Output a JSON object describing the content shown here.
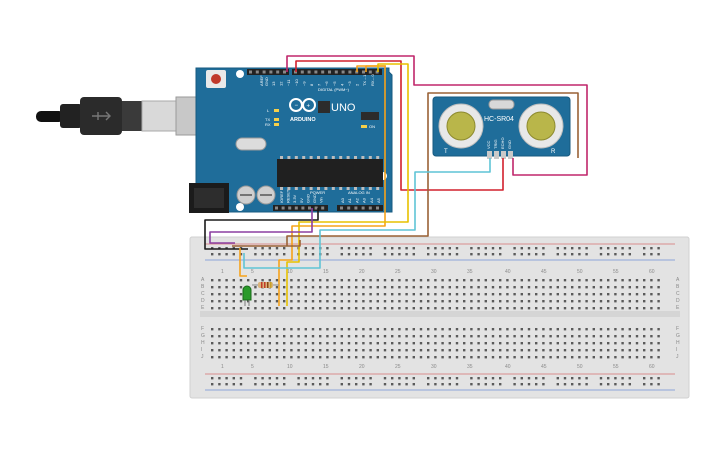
{
  "arduino": {
    "model": "UNO",
    "brand": "ARDUINO",
    "digital_header": "DIGITAL (PWM~)",
    "power_header": "POWER",
    "analog_header": "ANALOG IN",
    "aref": "AREF",
    "gnd": "GND",
    "digital_pins": [
      "13",
      "12",
      "~11",
      "~10",
      "~9",
      "8",
      "7",
      "~6",
      "~5",
      "4",
      "~3",
      "2",
      "TX→1",
      "RX←0"
    ],
    "power_pins": [
      "IOREF",
      "RESET",
      "3.3V",
      "5V",
      "GND",
      "GND",
      "Vin"
    ],
    "analog_pins": [
      "A0",
      "A1",
      "A2",
      "A3",
      "A4",
      "A5"
    ],
    "leds": [
      "L",
      "TX",
      "RX"
    ],
    "on_label": "ON"
  },
  "sensor": {
    "name": "HC-SR04",
    "pin_labels": [
      "VCC",
      "TRIG",
      "ECHO",
      "GND"
    ],
    "left_mark": "T",
    "right_mark": "R"
  },
  "breadboard": {
    "column_numbers": [
      "1",
      "5",
      "10",
      "15",
      "20",
      "25",
      "30",
      "35",
      "40",
      "45",
      "50",
      "55",
      "60"
    ],
    "row_letters_top": [
      "A",
      "B",
      "C",
      "D",
      "E"
    ],
    "row_letters_bottom": [
      "F",
      "G",
      "H",
      "I",
      "J"
    ]
  },
  "colors": {
    "board": "#1f6d9a",
    "breadboard": "#e3e3e3",
    "wire_pink": "#c0266b",
    "wire_orange": "#f6a21b",
    "wire_yellow": "#e7c100",
    "wire_brown": "#9a6236",
    "wire_cyan": "#5fc4d6",
    "wire_red": "#d2202d",
    "wire_black": "#1a1a1a",
    "wire_purple": "#8b3fa0",
    "led": "#2a9a2a"
  }
}
